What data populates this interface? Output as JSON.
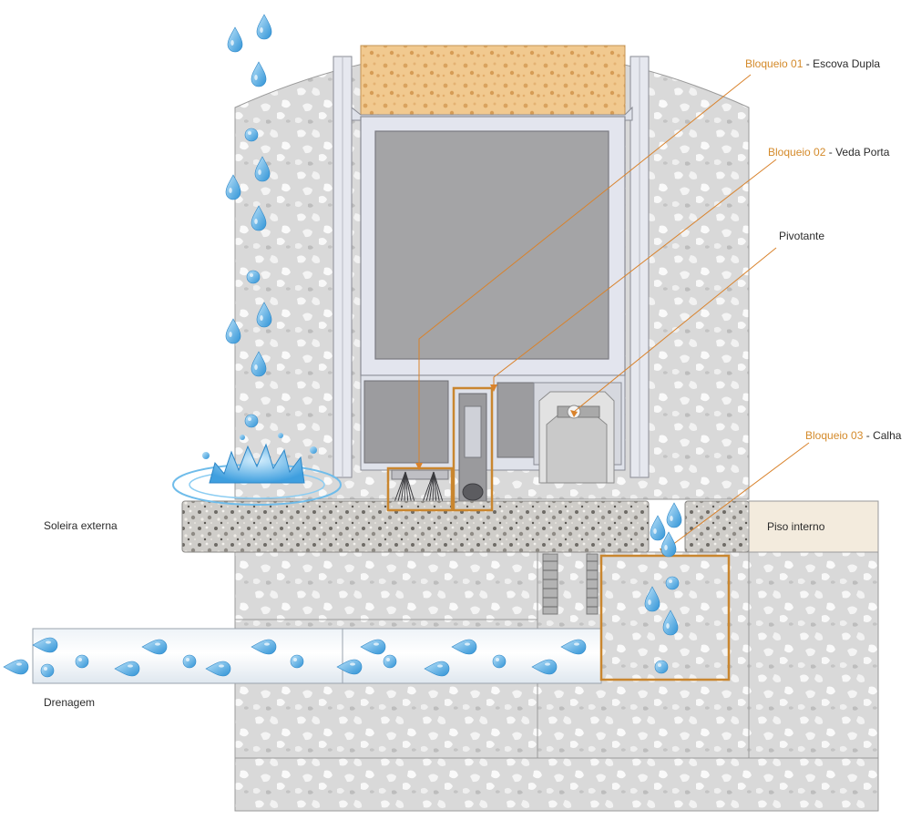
{
  "callouts": {
    "bloqueio_01": {
      "highlight": "Bloqueio 01",
      "sep": " - ",
      "text": "Escova Dupla"
    },
    "bloqueio_02": {
      "highlight": "Bloqueio 02",
      "sep": " - ",
      "text": "Veda Porta"
    },
    "pivotante": {
      "text": "Pivotante"
    },
    "bloqueio_03": {
      "highlight": "Bloqueio 03",
      "sep": " - ",
      "text": "Calha"
    }
  },
  "labels": {
    "soleira_externa": "Soleira externa",
    "piso_interno": "Piso interno",
    "drenagem": "Drenagem"
  },
  "colors": {
    "accent": "#d48a2a",
    "leader": "#d9822b",
    "frame": "#c9862f",
    "water": "#4aa8e0",
    "concrete": "#d8d8d8",
    "wood": "#f0c88a"
  },
  "icons": {
    "water_drop": "water-drop-icon",
    "splash": "water-splash-icon"
  }
}
